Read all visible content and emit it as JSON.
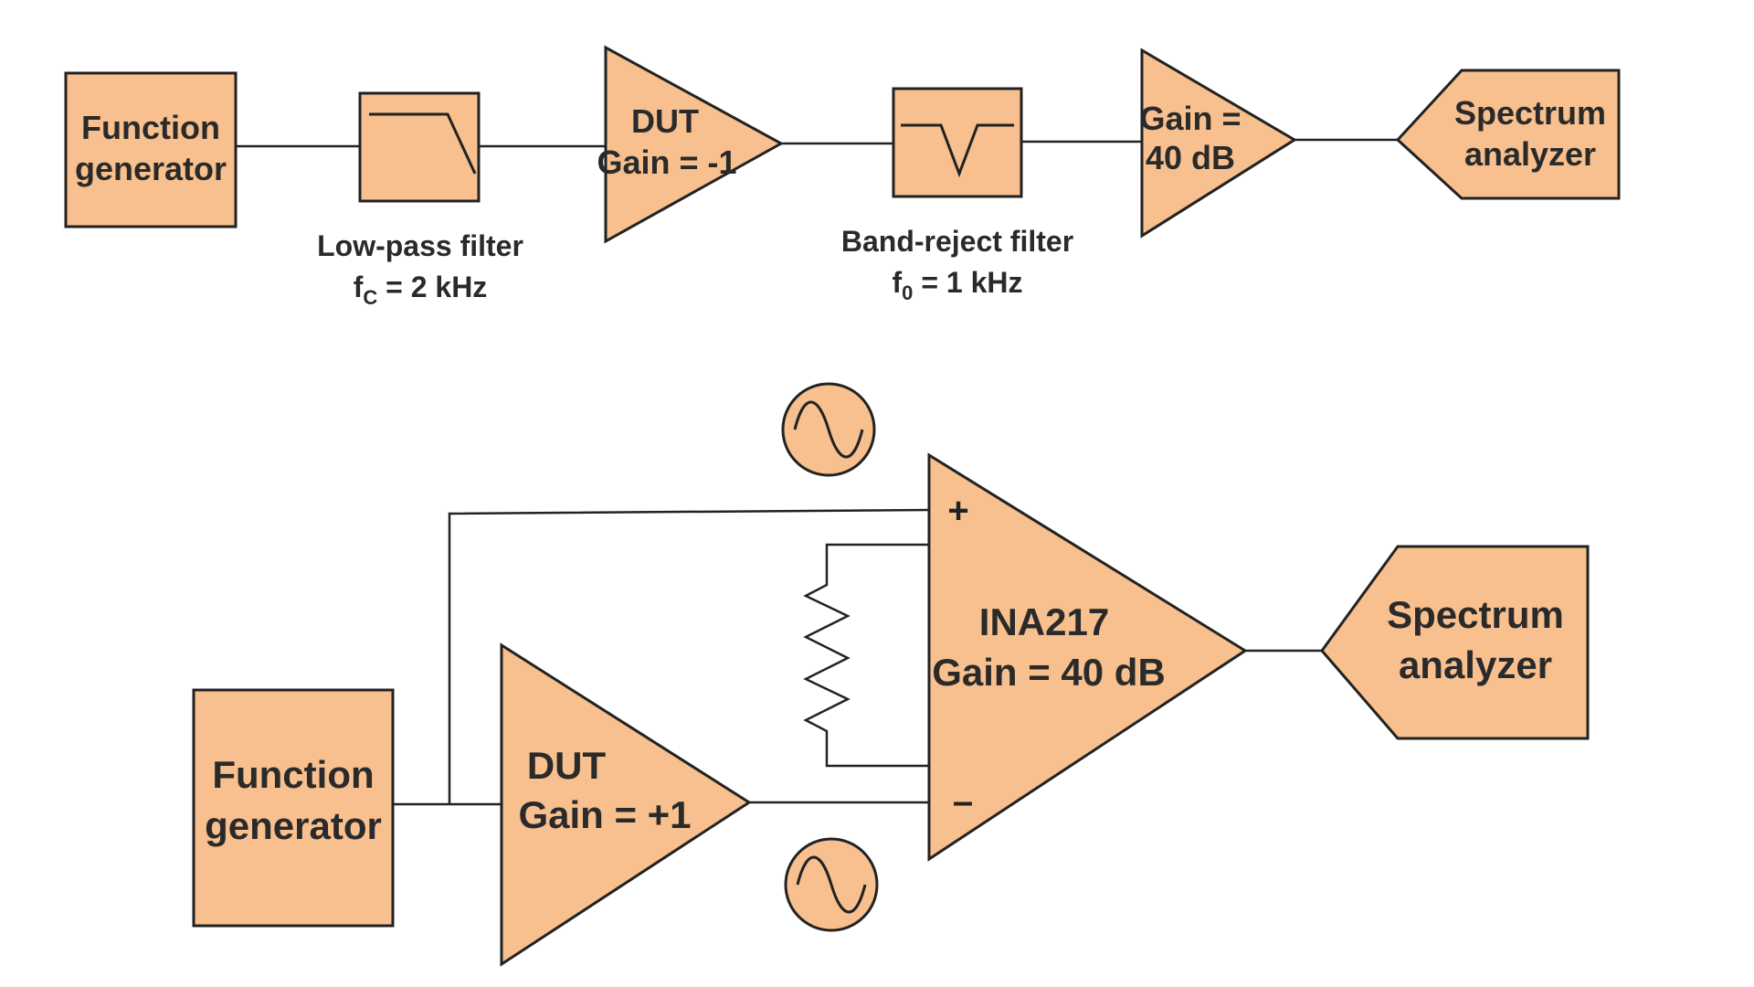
{
  "top_chain": {
    "function_generator": [
      "Function",
      "generator"
    ],
    "low_pass_filter": {
      "label": "Low-pass filter",
      "param_symbol": "f",
      "param_subscript": "C",
      "param_value": " = 2 kHz"
    },
    "dut": [
      "DUT",
      "Gain = -1"
    ],
    "band_reject_filter": {
      "label": "Band-reject filter",
      "param_symbol": "f",
      "param_subscript": "0",
      "param_value": " = 1 kHz"
    },
    "amplifier": [
      "Gain =",
      "40 dB"
    ],
    "spectrum_analyzer": [
      "Spectrum",
      "analyzer"
    ]
  },
  "bottom_chain": {
    "function_generator": [
      "Function",
      "generator"
    ],
    "dut": [
      "DUT",
      "Gain = +1"
    ],
    "ina": [
      "INA217",
      "Gain = 40 dB"
    ],
    "plus_sign": "+",
    "minus_sign": "–",
    "spectrum_analyzer": [
      "Spectrum",
      "analyzer"
    ],
    "source_icons": [
      "sine-wave-source-icon",
      "sine-wave-source-icon"
    ]
  },
  "colors": {
    "block_fill": "#f7c08e",
    "stroke": "#222222",
    "text": "#2a2a2a"
  }
}
